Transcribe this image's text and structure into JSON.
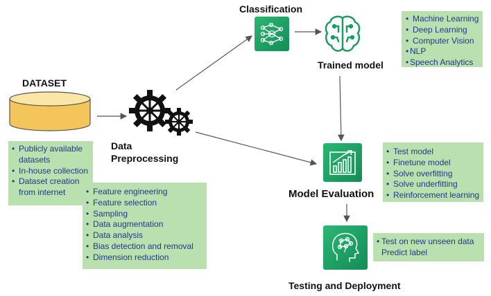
{
  "nodes": {
    "dataset": {
      "title": "DATASET"
    },
    "preprocessing": {
      "title_line1": "Data",
      "title_line2": "Preprocessing"
    },
    "classification": {
      "title": "Classification"
    },
    "trained_model": {
      "title": "Trained model"
    },
    "model_evaluation": {
      "title": "Model Evaluation"
    },
    "testing": {
      "title": "Testing and Deployment"
    }
  },
  "boxes": {
    "dataset_sources": {
      "items": [
        "Publicly available",
        "datasets",
        "In-house collection",
        "Dataset creation",
        "from internet"
      ]
    },
    "preprocessing_steps": {
      "items": [
        "Feature engineering",
        "Feature selection",
        "Sampling",
        "Data augmentation",
        "Data analysis",
        "Bias detection and removal",
        "Dimension reduction"
      ]
    },
    "applications": {
      "items": [
        "Machine Learning",
        "Deep Learning",
        "Computer Vision",
        "NLP",
        "Speech Analytics"
      ]
    },
    "evaluation_steps": {
      "items": [
        "Test model",
        "Finetune model",
        "Solve overfitting",
        "Solve underfitting",
        "Reinforcement learning"
      ]
    },
    "testing_steps": {
      "items": [
        "Test on new unseen data",
        "Predict label"
      ]
    }
  },
  "colors": {
    "box_fill": "#b9e0ae",
    "tile_green": "#1a9c62",
    "bullet_text": "#1e3a8a",
    "arrow": "#555555",
    "dataset_fill": "#f6d47c"
  },
  "icons": {
    "classification": "neural-network-icon",
    "trained_model": "brain-circuit-icon",
    "evaluation": "bar-chart-growth-icon",
    "testing": "head-circuit-icon",
    "preprocessing": "gears-icon",
    "dataset": "database-cylinder-icon"
  }
}
